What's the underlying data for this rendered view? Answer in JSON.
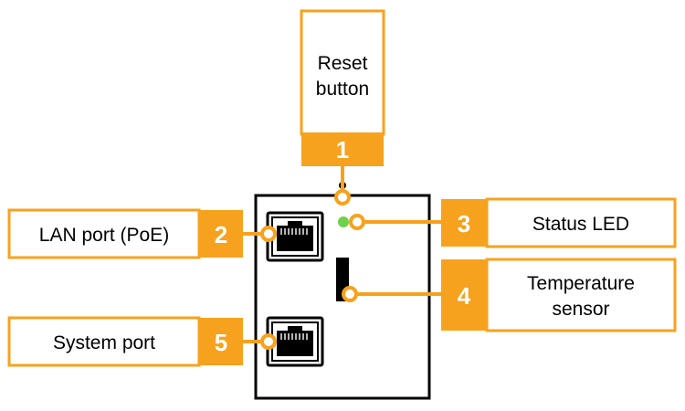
{
  "colors": {
    "accent": "#F6A21E",
    "led": "#6DD14A",
    "device_outline": "#000000",
    "background": "#ffffff"
  },
  "callouts": [
    {
      "number": "1",
      "label_line1": "Reset",
      "label_line2": "button"
    },
    {
      "number": "2",
      "label": "LAN port (PoE)"
    },
    {
      "number": "3",
      "label": "Status LED"
    },
    {
      "number": "4",
      "label_line1": "Temperature",
      "label_line2": "sensor"
    },
    {
      "number": "5",
      "label": "System port"
    }
  ],
  "icons": {
    "lan_port": "ethernet-port-icon",
    "system_port": "ethernet-port-icon"
  }
}
